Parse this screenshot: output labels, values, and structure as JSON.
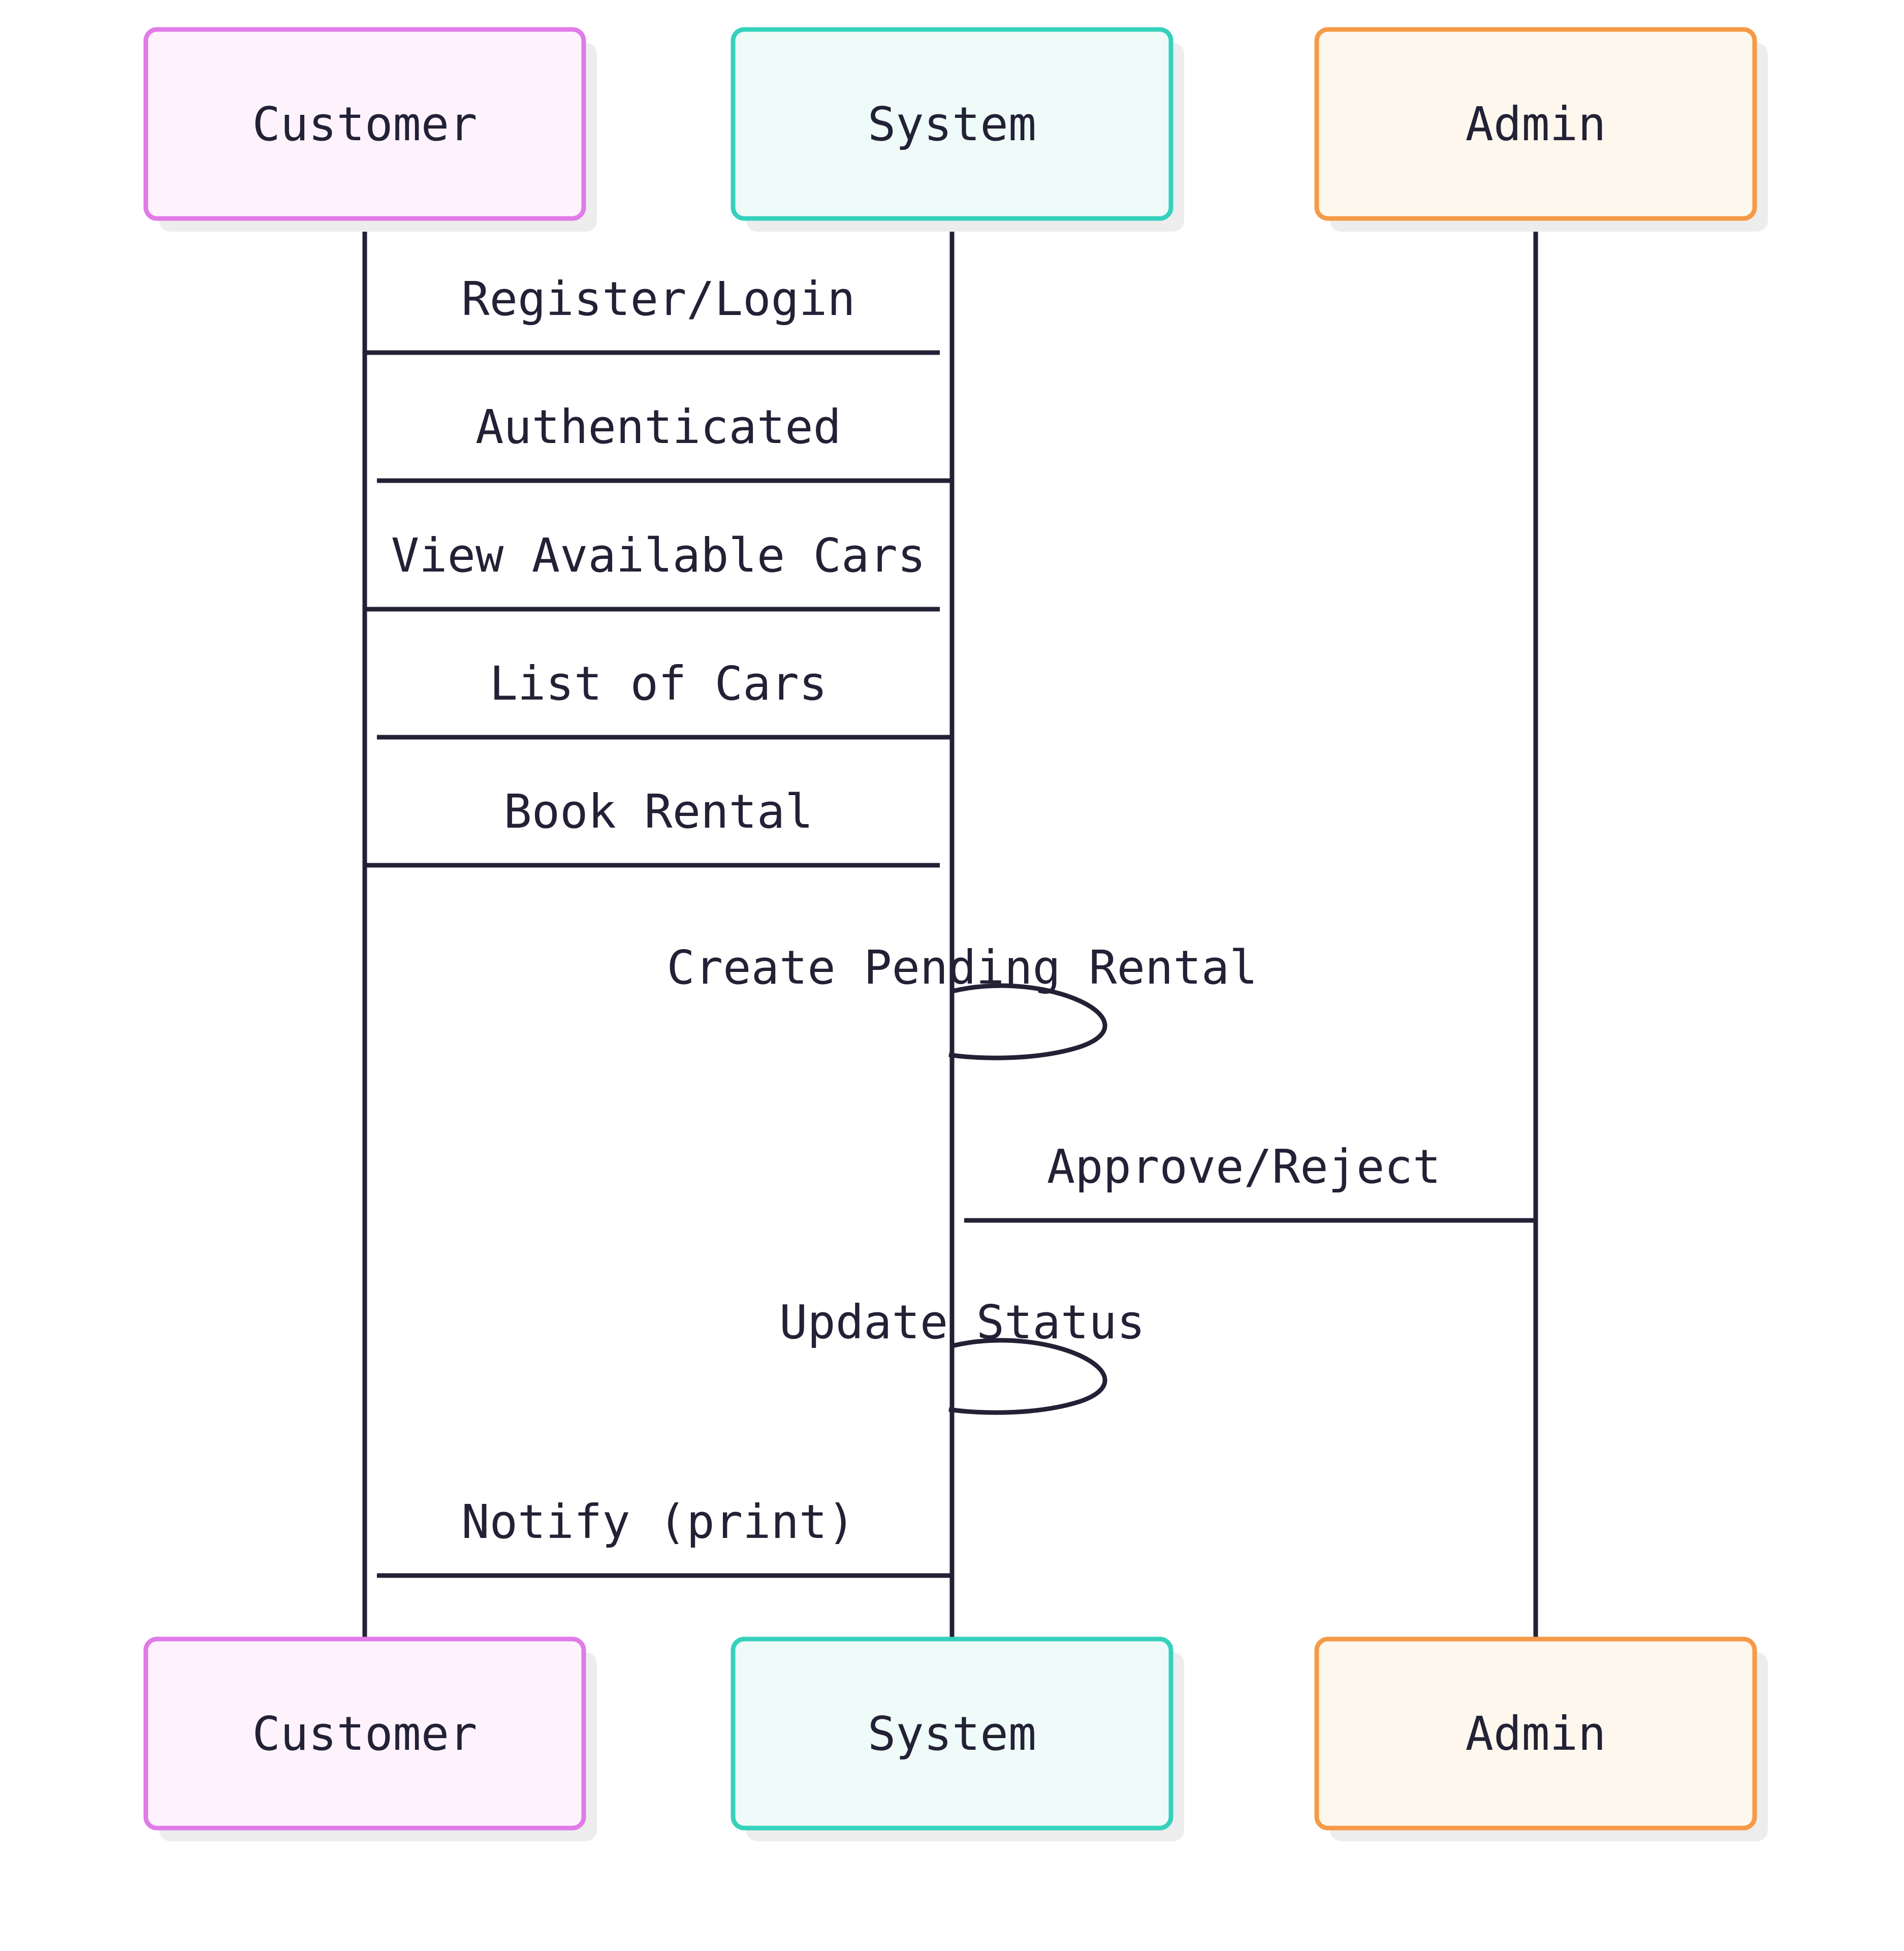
{
  "colors": {
    "ink": "#222135",
    "shadow": "#ededed",
    "customer_stroke": "#e07be8",
    "customer_fill": "#fef3fd",
    "system_stroke": "#36d1bd",
    "system_fill": "#effbf8",
    "admin_stroke": "#f59a47",
    "admin_fill": "#fef7ee"
  },
  "actors": [
    {
      "id": "customer",
      "label": "Customer"
    },
    {
      "id": "system",
      "label": "System"
    },
    {
      "id": "admin",
      "label": "Admin"
    }
  ],
  "messages": [
    {
      "from": "customer",
      "to": "system",
      "label": "Register/Login"
    },
    {
      "from": "system",
      "to": "customer",
      "label": "Authenticated"
    },
    {
      "from": "customer",
      "to": "system",
      "label": "View Available Cars"
    },
    {
      "from": "system",
      "to": "customer",
      "label": "List of Cars"
    },
    {
      "from": "customer",
      "to": "system",
      "label": "Book Rental"
    },
    {
      "from": "system",
      "to": "system",
      "label": "Create Pending Rental"
    },
    {
      "from": "admin",
      "to": "system",
      "label": "Approve/Reject"
    },
    {
      "from": "system",
      "to": "system",
      "label": "Update Status"
    },
    {
      "from": "system",
      "to": "customer",
      "label": "Notify (print)"
    }
  ]
}
